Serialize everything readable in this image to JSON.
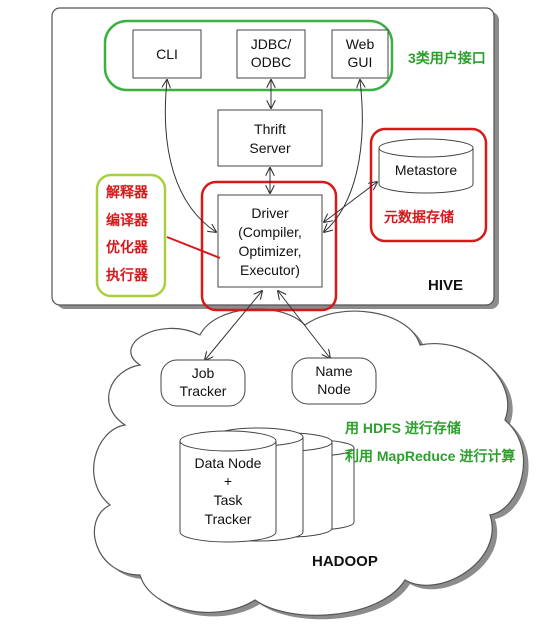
{
  "hive": {
    "title": "HIVE",
    "interfaces": {
      "cli": [
        "CLI"
      ],
      "jdbc": [
        "JDBC/",
        "ODBC"
      ],
      "web": [
        "Web",
        "GUI"
      ]
    },
    "thrift": [
      "Thrift",
      "Server"
    ],
    "driver": [
      "Driver",
      "(Compiler,",
      "Optimizer,",
      "Executor)"
    ],
    "metastore": [
      "Metastore"
    ]
  },
  "hadoop": {
    "title": "HADOOP",
    "job_tracker": [
      "Job",
      "Tracker"
    ],
    "name_node": [
      "Name",
      "Node"
    ],
    "data_node": [
      "Data Node",
      "+",
      "Task",
      "Tracker"
    ]
  },
  "annotations": {
    "interfaces": "3类用户接口",
    "metastore": "元数据存储",
    "driver_roles": [
      "解释器",
      "编译器",
      "优化器",
      "执行器"
    ],
    "hadoop_usage": [
      "用 HDFS 进行存储",
      "利用 MapReduce 进行计算"
    ]
  },
  "colors": {
    "green": "#3cb043",
    "red": "#d7191c",
    "yellow_green": "#a8d03c",
    "shadow": "#9a9a9a"
  }
}
